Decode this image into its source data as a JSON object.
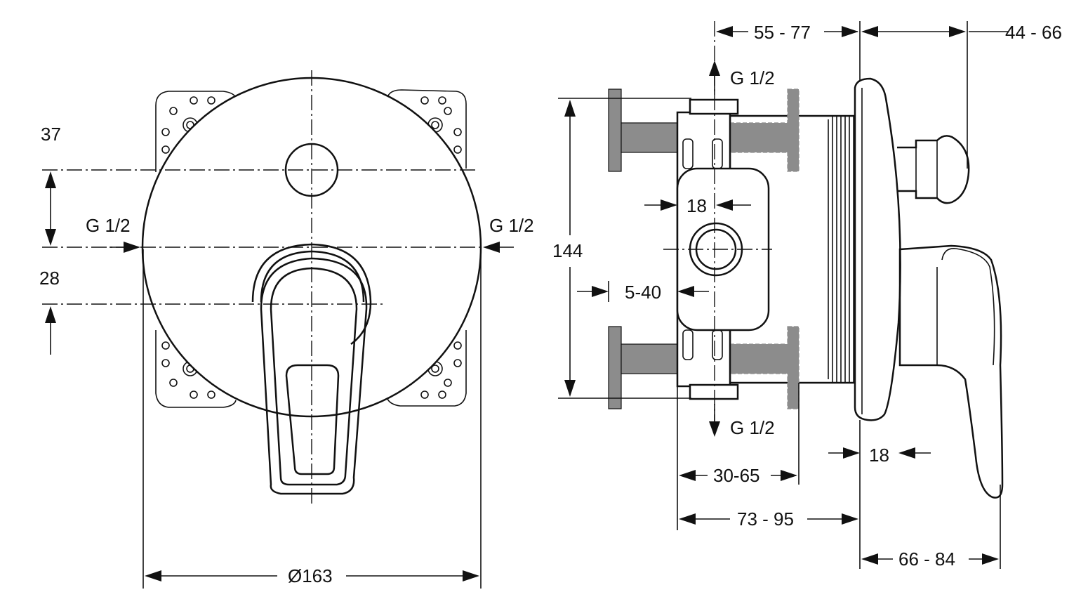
{
  "drawing": {
    "front_view": {
      "dim_top_vertical": "37",
      "dim_bottom_vertical": "28",
      "inlet_left": "G 1/2",
      "inlet_right": "G 1/2",
      "diameter": "Ø163"
    },
    "side_view": {
      "dim_top_left": "55 - 77",
      "dim_top_right": "44 - 66",
      "outlet_top": "G 1/2",
      "outlet_bottom": "G 1/2",
      "height": "144",
      "dim_inner_18": "18",
      "dim_5_40": "5-40",
      "dim_plate_18": "18",
      "dim_30_65": "30-65",
      "dim_73_95": "73 - 95",
      "dim_66_84": "66 - 84"
    }
  }
}
